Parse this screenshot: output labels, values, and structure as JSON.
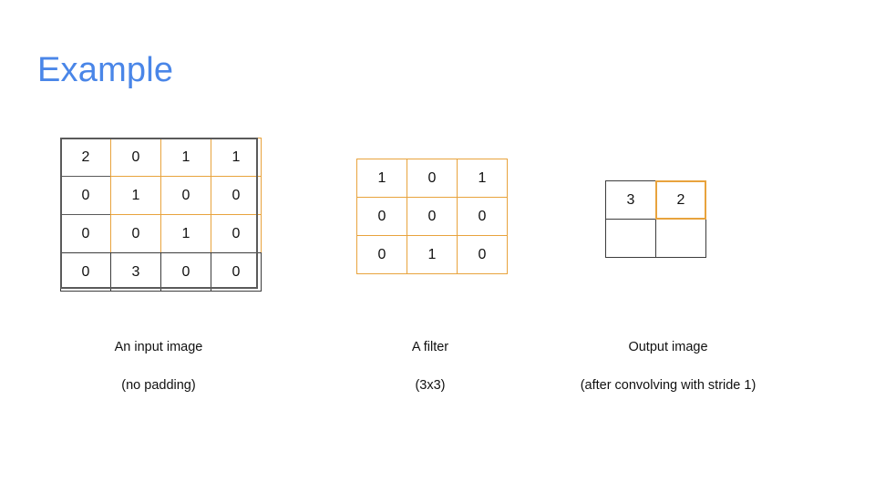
{
  "slide": {
    "title": "Example",
    "title_color": "#4a86e8",
    "background_color": "#ffffff",
    "accent_orange": "#e8a33d",
    "dark_border": "#595959"
  },
  "figures": {
    "input": {
      "caption_line1": "An input image",
      "caption_line2": "(no padding)",
      "rows": 4,
      "cols": 4,
      "values": [
        [
          "2",
          "0",
          "1",
          "1"
        ],
        [
          "0",
          "1",
          "0",
          "0"
        ],
        [
          "0",
          "0",
          "1",
          "0"
        ],
        [
          "0",
          "3",
          "0",
          "0"
        ]
      ]
    },
    "filter": {
      "caption_line1": "A filter",
      "caption_line2": "(3x3)",
      "rows": 3,
      "cols": 3,
      "values": [
        [
          "1",
          "0",
          "1"
        ],
        [
          "0",
          "0",
          "0"
        ],
        [
          "0",
          "1",
          "0"
        ]
      ]
    },
    "output": {
      "caption_line1": "Output image",
      "caption_line2": "(after convolving with stride 1)",
      "rows": 2,
      "cols": 2,
      "values": [
        [
          "3",
          "2"
        ],
        [
          "",
          ""
        ]
      ]
    }
  }
}
